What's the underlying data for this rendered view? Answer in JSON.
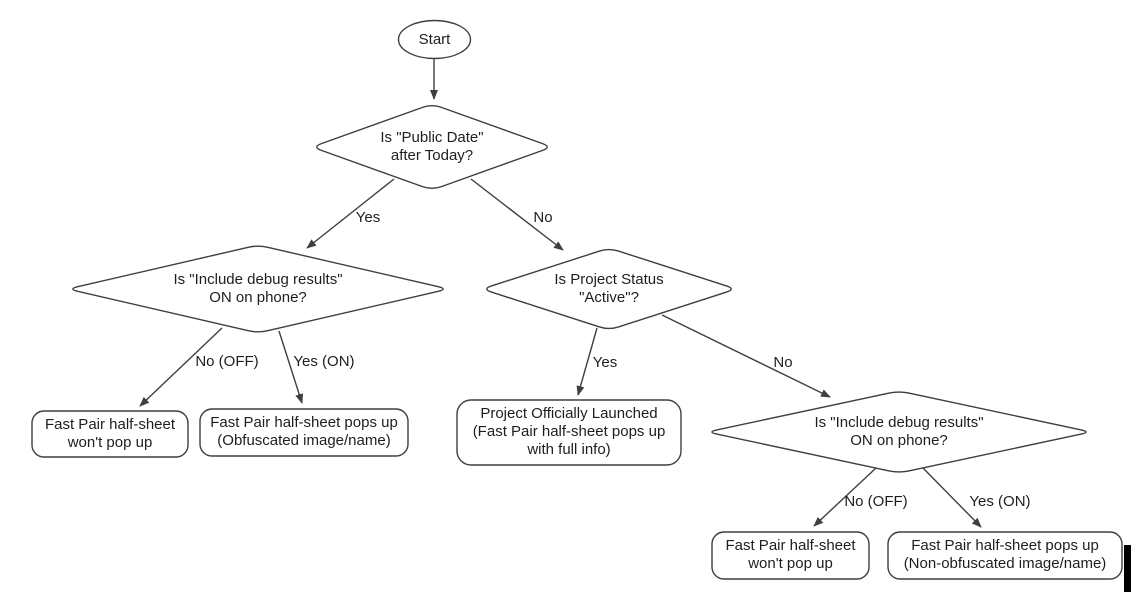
{
  "diagram_type": "flowchart",
  "colors": {
    "background": "#ffffff",
    "node_fill": "#ffffff",
    "node_stroke": "#3f3f3f",
    "arrow": "#3f3f3f",
    "text": "#1e1e1e",
    "cursor_artifact": "#000000"
  },
  "nodes": {
    "start": {
      "label": "Start"
    },
    "d_public_date": {
      "label": "Is \"Public Date\"\nafter Today?"
    },
    "d_debug_left": {
      "label": "Is \"Include debug results\"\nON on phone?"
    },
    "d_project_status": {
      "label": "Is Project Status\n\"Active\"?"
    },
    "d_debug_right": {
      "label": "Is \"Include debug results\"\nON on phone?"
    },
    "r_no_popup_left": {
      "label": "Fast Pair half-sheet\nwon't pop up"
    },
    "r_obfuscated": {
      "label": "Fast Pair half-sheet pops up\n(Obfuscated image/name)"
    },
    "r_launched": {
      "label": "Project Officially Launched\n(Fast Pair half-sheet pops up\nwith full info)"
    },
    "r_no_popup_right": {
      "label": "Fast Pair half-sheet\nwon't pop up"
    },
    "r_non_obfuscated": {
      "label": "Fast Pair half-sheet pops up\n(Non-obfuscated image/name)"
    }
  },
  "flow": [
    {
      "from": "start",
      "to": "d_public_date",
      "label": ""
    },
    {
      "from": "d_public_date",
      "to": "d_debug_left",
      "label": "Yes"
    },
    {
      "from": "d_public_date",
      "to": "d_project_status",
      "label": "No"
    },
    {
      "from": "d_debug_left",
      "to": "r_no_popup_left",
      "label": "No (OFF)"
    },
    {
      "from": "d_debug_left",
      "to": "r_obfuscated",
      "label": "Yes (ON)"
    },
    {
      "from": "d_project_status",
      "to": "r_launched",
      "label": "Yes"
    },
    {
      "from": "d_project_status",
      "to": "d_debug_right",
      "label": "No"
    },
    {
      "from": "d_debug_right",
      "to": "r_no_popup_right",
      "label": "No (OFF)"
    },
    {
      "from": "d_debug_right",
      "to": "r_non_obfuscated",
      "label": "Yes (ON)"
    }
  ]
}
